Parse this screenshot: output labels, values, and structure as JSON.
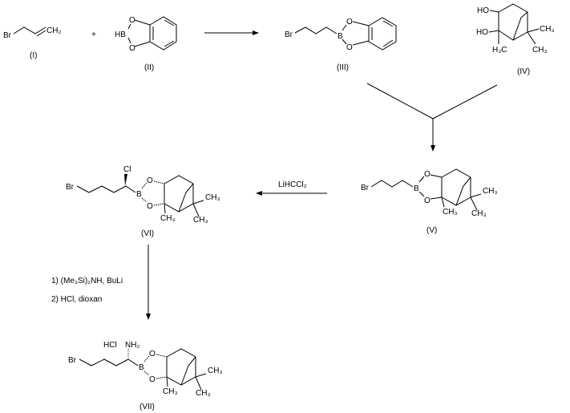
{
  "compounds": {
    "I": {
      "label": "(I)",
      "br": "Br",
      "ch2": "CH₂"
    },
    "II": {
      "label": "(II)",
      "hb": "HB",
      "o1": "O",
      "o2": "O"
    },
    "III": {
      "label": "(III)",
      "br": "Br",
      "b": "B",
      "o1": "O",
      "o2": "O"
    },
    "IV": {
      "label": "(IV)",
      "ho1": "HO",
      "ho2": "HO",
      "h3c": "H₃C",
      "ch3": "CH₃"
    },
    "V": {
      "label": "(V)",
      "br": "Br",
      "b": "B",
      "o1": "O",
      "o2": "O",
      "ch3a": "CH₃",
      "ch3b": "CH₃",
      "ch3c": "CH₃"
    },
    "VI": {
      "label": "(VI)",
      "br": "Br",
      "cl": "Cl",
      "b": "B",
      "o1": "O",
      "o2": "O",
      "ch3a": "CH₃",
      "ch3b": "CH₃",
      "ch3c": "CH₃"
    },
    "VII": {
      "label": "(VII)",
      "br": "Br",
      "hcl": "HCl",
      "nh2": "NH₂",
      "b": "B",
      "o1": "O",
      "o2": "O",
      "ch3a": "CH₃",
      "ch3b": "CH₃",
      "ch3c": "CH₃"
    }
  },
  "plus": "+",
  "reagents": {
    "step_v_to_vi": "LiHCCl₂",
    "step_vi_to_vii_1": "1) (Me₃Si)₂NH, BuLi",
    "step_vi_to_vii_2": "2) HCl, dioxan"
  }
}
